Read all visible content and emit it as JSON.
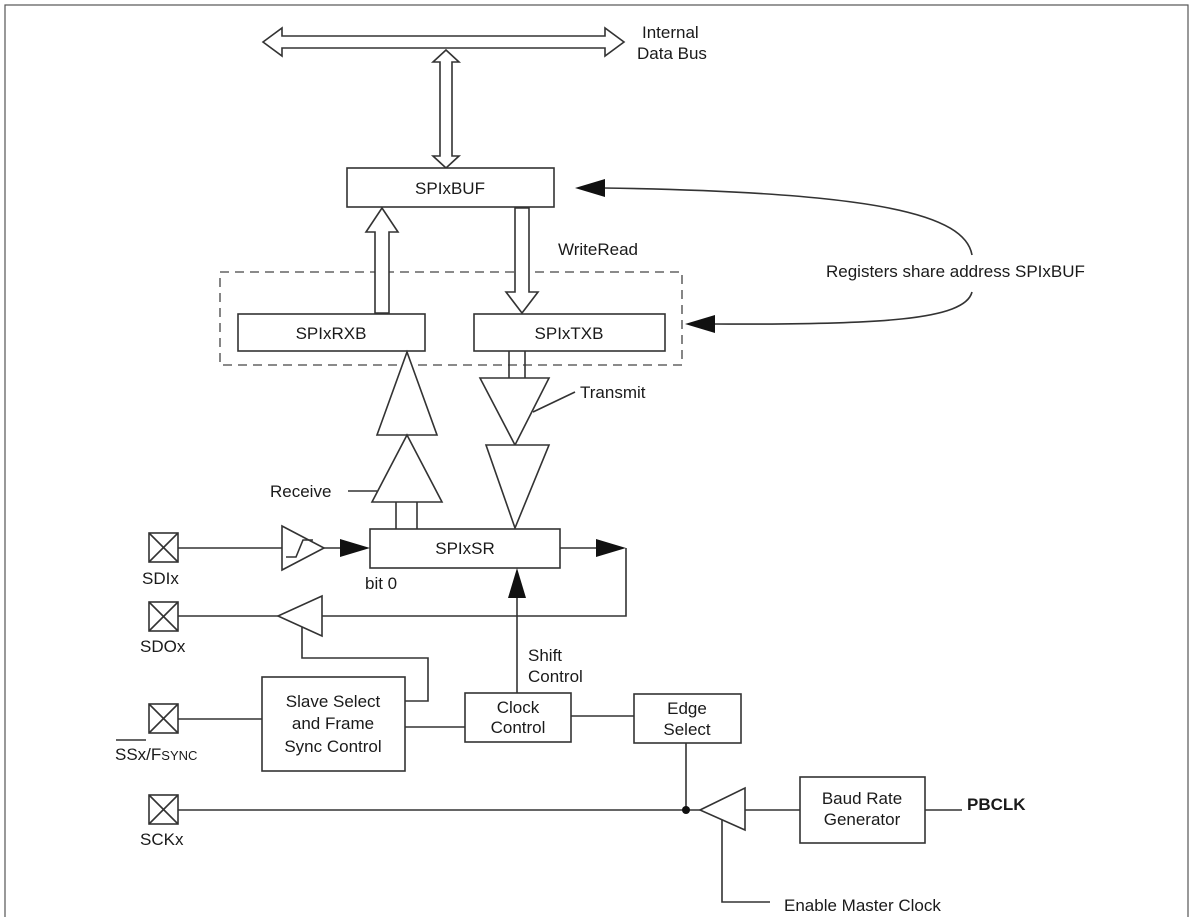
{
  "labels": {
    "bus_line1": "Internal",
    "bus_line2": "Data Bus",
    "spixbuf": "SPIxBUF",
    "writeread": "WriteRead",
    "share_note": "Registers share address SPIxBUF",
    "spixrxb": "SPIxRXB",
    "spixtxb": "SPIxTXB",
    "transmit": "Transmit",
    "receive": "Receive",
    "spixsr": "SPIxSR",
    "bit0": "bit 0",
    "sdix": "SDIx",
    "sdox": "SDOx",
    "shift_line1": "Shift",
    "shift_line2": "Control",
    "ss_line1": "Slave Select",
    "ss_line2": "and Frame",
    "ss_line3": "Sync Control",
    "ssx": "SSx/F",
    "fsync": "SYNC",
    "clock_line1": "Clock",
    "clock_line2": "Control",
    "edge_line1": "Edge",
    "edge_line2": "Select",
    "baud_line1": "Baud Rate",
    "baud_line2": "Generator",
    "pbclk": "PBCLK",
    "sckx": "SCKx",
    "enable": "Enable Master Clock"
  }
}
